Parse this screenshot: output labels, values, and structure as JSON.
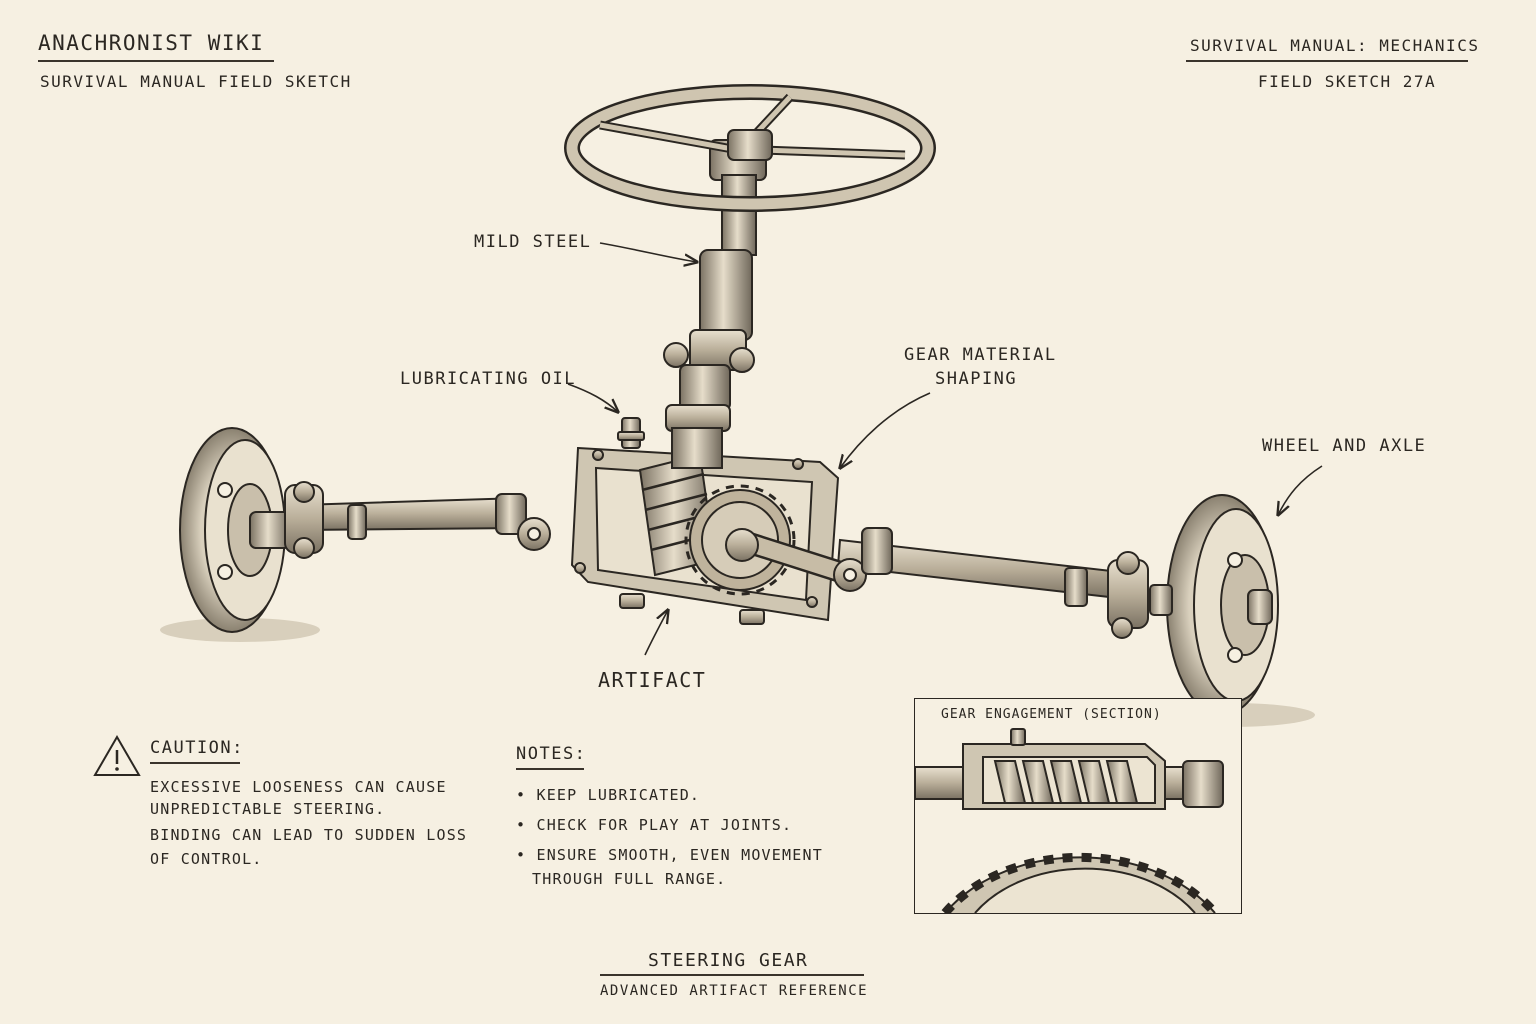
{
  "header_left": {
    "title": "ANACHRONIST WIKI",
    "subtitle": "SURVIVAL MANUAL FIELD SKETCH"
  },
  "header_right": {
    "title": "SURVIVAL MANUAL: MECHANICS",
    "subtitle": "FIELD SKETCH 27A"
  },
  "labels": {
    "mild_steel": "MILD STEEL",
    "lubricating_oil": "LUBRICATING OIL",
    "gear_material_1": "GEAR MATERIAL",
    "gear_material_2": "SHAPING",
    "wheel_and_axle": "WHEEL AND AXLE",
    "artifact": "ARTIFACT"
  },
  "caution": {
    "heading": "CAUTION:",
    "lines": [
      "EXCESSIVE LOOSENESS CAN CAUSE",
      "UNPREDICTABLE STEERING.",
      "BINDING CAN LEAD TO SUDDEN LOSS",
      "OF CONTROL."
    ]
  },
  "notes": {
    "heading": "NOTES:",
    "items": [
      "KEEP LUBRICATED.",
      "CHECK FOR PLAY AT JOINTS.",
      "ENSURE SMOOTH, EVEN MOVEMENT",
      "THROUGH FULL RANGE."
    ]
  },
  "inset": {
    "title": "GEAR ENGAGEMENT (SECTION)"
  },
  "footer": {
    "title": "STEERING GEAR",
    "subtitle": "ADVANCED ARTIFACT REFERENCE"
  },
  "colors": {
    "paper": "#f6f0e2",
    "ink": "#2b2722"
  }
}
